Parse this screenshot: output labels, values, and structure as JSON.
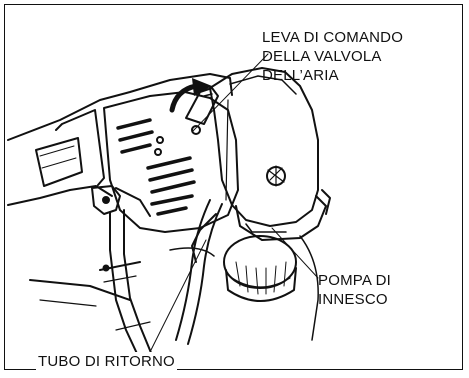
{
  "labels": {
    "choke_lever": [
      "LEVA DI COMANDO",
      "DELLA VALVOLA",
      "DELL’ARIA"
    ],
    "primer_pump": [
      "POMPA DI",
      "INNESCO"
    ],
    "return_tube": "TUBO DI RITORNO"
  },
  "colors": {
    "ink": "#111111",
    "background": "#ffffff"
  }
}
